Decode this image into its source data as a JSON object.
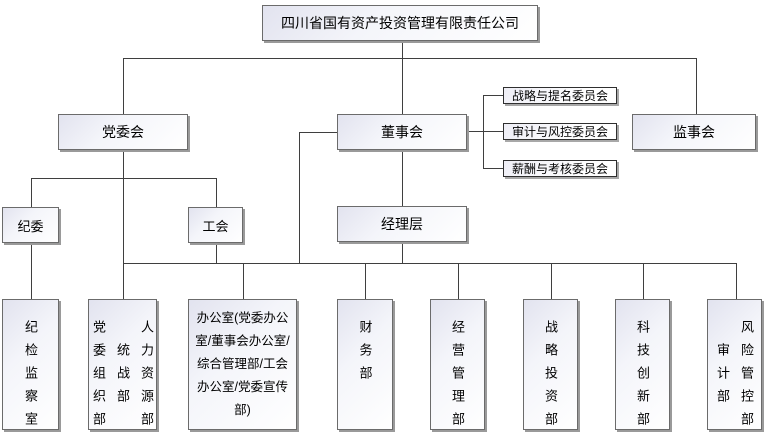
{
  "root": {
    "label": "四川省国有资产投资管理有限责任公司"
  },
  "level2": {
    "party_committee": {
      "label": "党委会"
    },
    "board_of_directors": {
      "label": "董事会"
    },
    "board_of_supervisors": {
      "label": "监事会"
    }
  },
  "committees": [
    {
      "label": "战略与提名委员会"
    },
    {
      "label": "审计与风控委员会"
    },
    {
      "label": "薪酬与考核委员会"
    }
  ],
  "level3": {
    "discipline_committee": {
      "label": "纪委"
    },
    "labor_union": {
      "label": "工会"
    },
    "management": {
      "label": "经理层"
    }
  },
  "departments": [
    {
      "name": "纪检监察室",
      "columns": [
        "纪检监察室"
      ]
    },
    {
      "name": "党委组织部/统战部/人力资源部",
      "columns": [
        "党委组织部",
        "统战部",
        "人力资源部"
      ]
    },
    {
      "name": "办公室",
      "text": "办公室(党委办公室/董事会办公室/综合管理部/工会办公室/党委宣传部)"
    },
    {
      "name": "财务部",
      "columns": [
        "财务部"
      ]
    },
    {
      "name": "经营管理部",
      "columns": [
        "经营管理部"
      ]
    },
    {
      "name": "战略投资部",
      "columns": [
        "战略投资部"
      ]
    },
    {
      "name": "科技创新部",
      "columns": [
        "科技创新部"
      ]
    },
    {
      "name": "审计部/风险管控部",
      "columns": [
        "审计部",
        "风险管控部"
      ]
    }
  ],
  "colors": {
    "connector": "#3f3f3f",
    "box_border": "#6b6b6b",
    "box_fill_top": "#e2e3ef",
    "box_fill_bottom": "#ffffff",
    "shadow": "#9a9a9a",
    "background": "#ffffff"
  }
}
